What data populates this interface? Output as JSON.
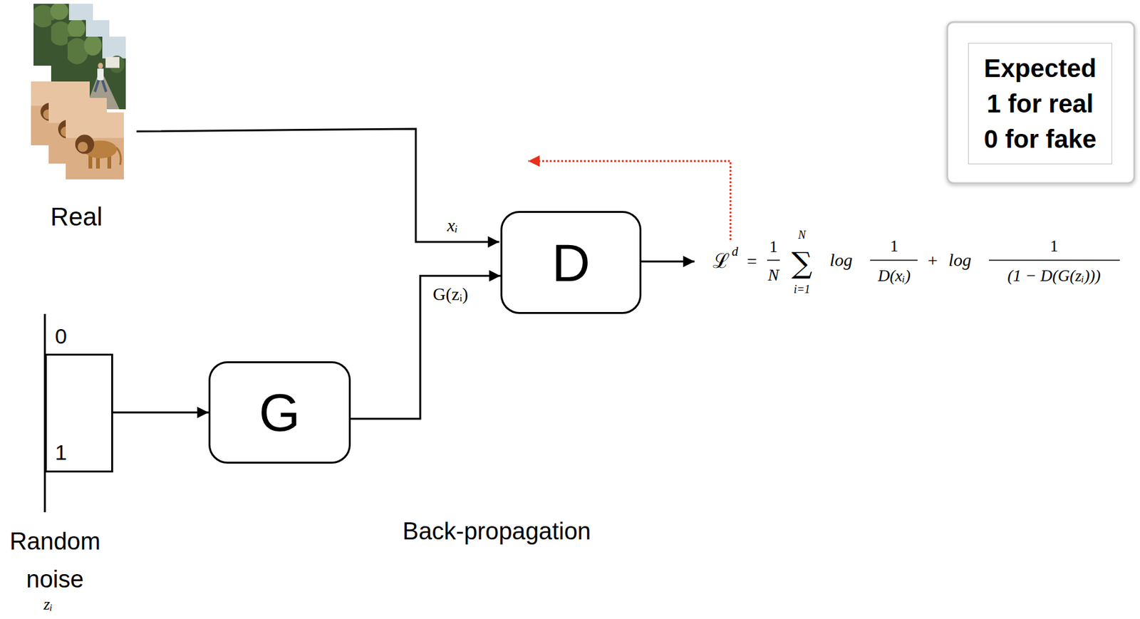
{
  "diagram": {
    "nodes": [
      {
        "text": [
          "Expected 1 for real 0 for fake"
        ]
      },
      {
        "text": [
          "D"
        ]
      },
      {
        "text": [
          "0",
          "1"
        ]
      },
      {
        "text": [
          "G"
        ]
      }
    ],
    "edges": [
      {
        "from": 2,
        "to": 3,
        "arrow": "to"
      },
      {
        "from": 3,
        "to": 1,
        "label": "G(zᵢ)",
        "arrow": "to"
      }
    ],
    "labels": [
      "Real",
      "xᵢ",
      "Random noise",
      "zᵢ",
      "Back-propagation",
      "ℒ",
      "d",
      "=",
      "1",
      "N",
      "N",
      "∑",
      "i=1",
      "log",
      "1",
      "D(xᵢ)",
      "+",
      "log",
      "1",
      "(1 − D(G(zᵢ)))"
    ]
  }
}
